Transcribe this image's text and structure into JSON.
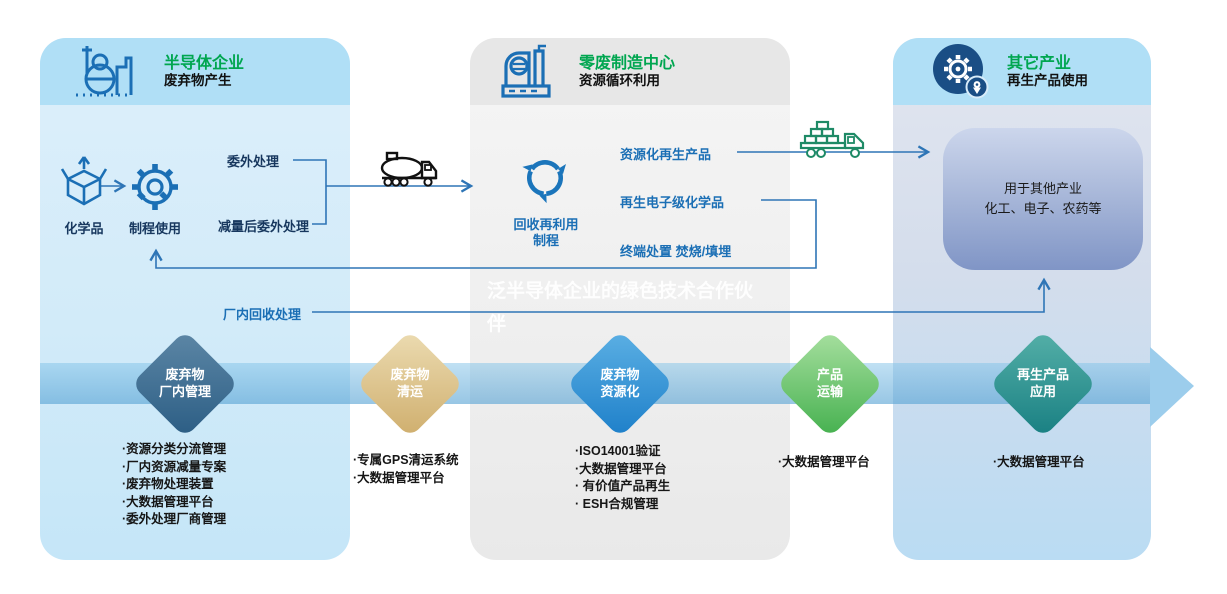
{
  "panels": {
    "left": {
      "title": "半导体企业",
      "subtitle": "废弃物产生",
      "icon": "factory-boiler-icon"
    },
    "mid": {
      "title": "零废制造中心",
      "subtitle": "资源循环利用",
      "icon": "factory-building-icon"
    },
    "right": {
      "title": "其它产业",
      "subtitle": "再生产品使用",
      "icon": "gear-location-icon"
    }
  },
  "left_flow": {
    "chemicals": "化学品",
    "process": "制程使用",
    "outsource": "委外处理",
    "reduced_outsource": "减量后委外处理",
    "inplant_recycle": "厂内回收处理"
  },
  "mid_flow": {
    "recycle_line1": "回收再利用",
    "recycle_line2": "制程",
    "output_product": "资源化再生产品",
    "output_chemical": "再生电子级化学品",
    "output_disposal": "终端处置 焚烧/填埋"
  },
  "right_flow": {
    "usage_line1": "用于其他产业",
    "usage_line2": "化工、电子、农药等"
  },
  "stages": [
    {
      "line1": "废弃物",
      "line2": "厂内管理",
      "bullets": [
        "·资源分类分流管理",
        "·厂内资源减量专案",
        "·废弃物处理装置",
        "·大数据管理平台",
        "·委外处理厂商管理"
      ]
    },
    {
      "line1": "废弃物",
      "line2": "清运",
      "bullets": [
        "·专属GPS清运系统",
        "·大数据管理平台"
      ]
    },
    {
      "line1": "废弃物",
      "line2": "资源化",
      "bullets": [
        "·ISO14001验证",
        "·大数据管理平台",
        "· 有价值产品再生",
        "· ESH合规管理"
      ]
    },
    {
      "line1": "产品",
      "line2": "运输",
      "bullets": [
        "·大数据管理平台"
      ]
    },
    {
      "line1": "再生产品",
      "line2": "应用",
      "bullets": [
        "·大数据管理平台"
      ]
    }
  ],
  "watermark": {
    "line1": "泛半导体企业的绿色技术合作伙",
    "line2": "伴"
  },
  "colors": {
    "title_green": "#00a650",
    "flow_line_blue": "#2e75b6",
    "icon_blue": "#1b6fb5",
    "label_blue": "#1b6fb5",
    "band_blue": "#7fc0e3",
    "diamond_factory_mgmt": "#2b5d84",
    "diamond_removal": "#cfae6d",
    "diamond_resource": "#1d7fc9",
    "diamond_transport": "#44b04e",
    "diamond_application": "#187f82",
    "usage_box_top": "#ccd6ec",
    "usage_box_bottom": "#8095c6",
    "badge_navy": "#1a4e85"
  }
}
